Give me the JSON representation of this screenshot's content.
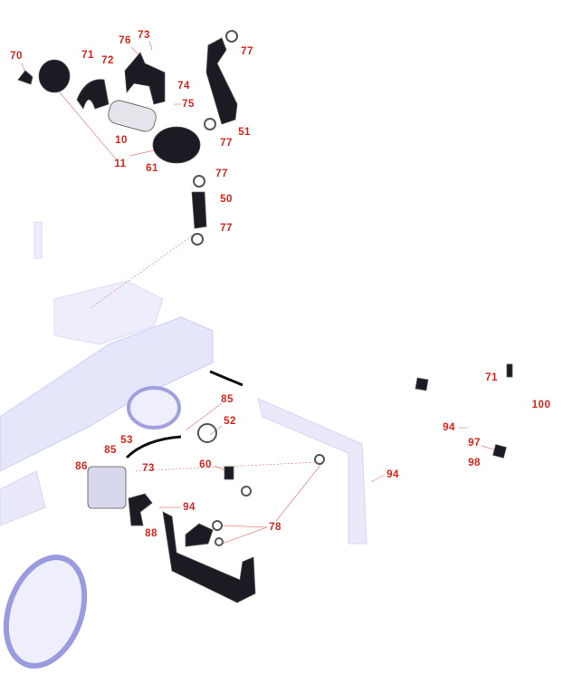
{
  "title": "Parts diagram - air intake and fuel/tank assembly",
  "colors": {
    "label": "#d9251c",
    "leader": "#e88080",
    "part": "#1b1b24",
    "frame": "#c9c9f2"
  },
  "callouts": [
    "70",
    "71",
    "76",
    "73",
    "72",
    "77",
    "74",
    "75",
    "10",
    "11",
    "51",
    "77",
    "61",
    "77",
    "50",
    "77",
    "85",
    "52",
    "53",
    "85",
    "86",
    "73",
    "60",
    "94",
    "88",
    "78",
    "94",
    "71",
    "100",
    "94",
    "97",
    "98"
  ]
}
